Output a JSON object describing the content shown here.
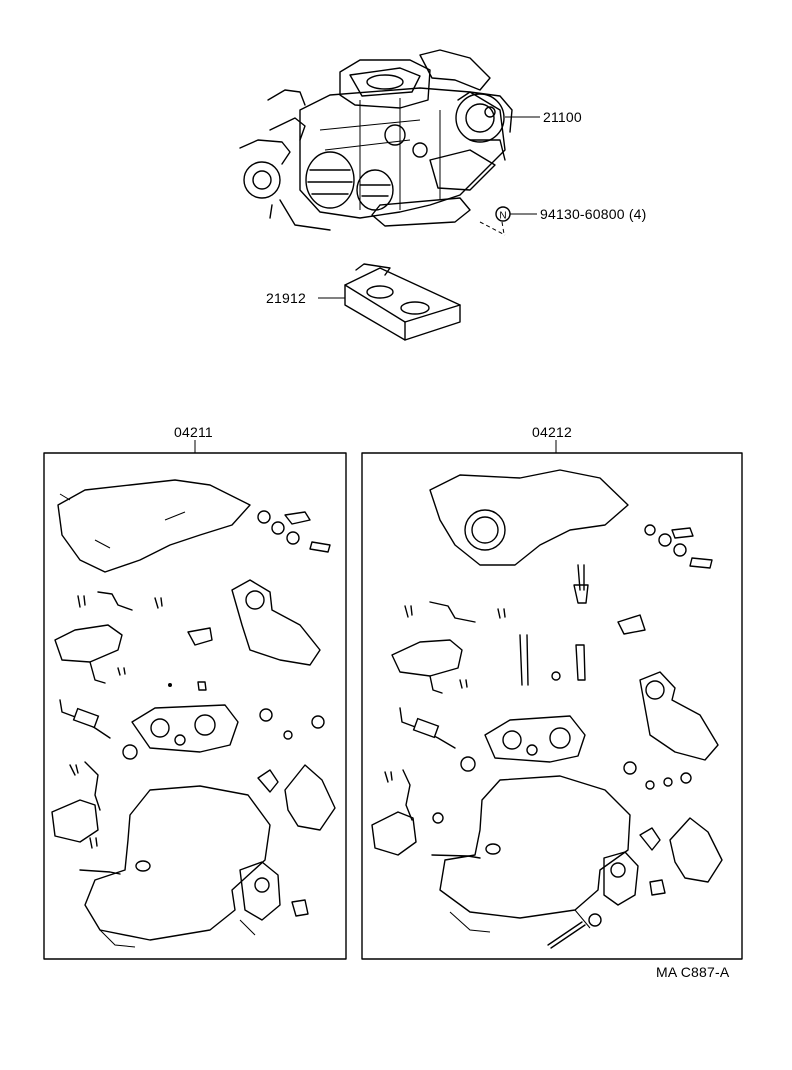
{
  "parts": {
    "carburetor_assy": "21100",
    "nut": "94130-60800 (4)",
    "nut_symbol": "N",
    "insulator": "21912",
    "gasket_kit_left": "04211",
    "gasket_kit_right": "04212"
  },
  "footer": {
    "code": "MA C887-A"
  }
}
